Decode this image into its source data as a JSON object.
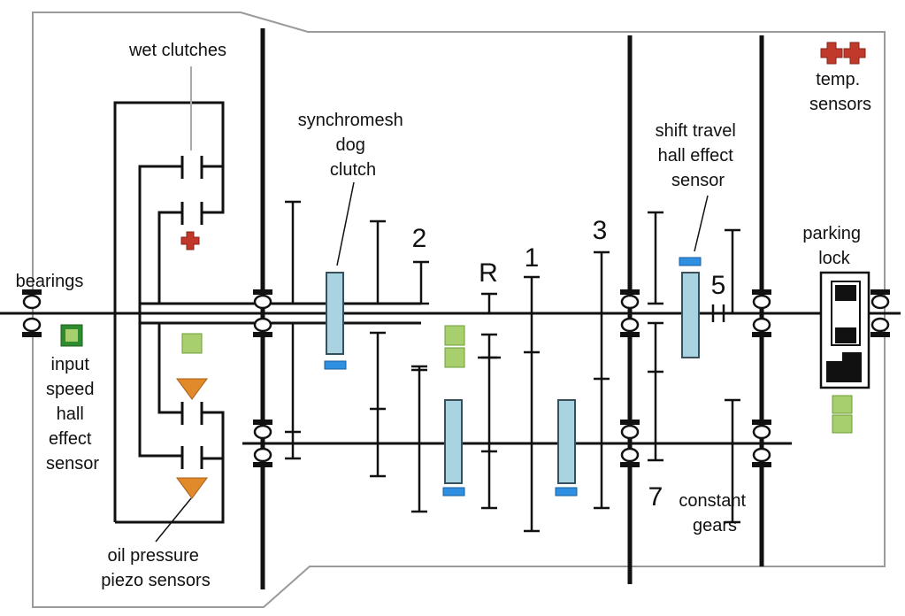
{
  "colors": {
    "background": "#ffffff",
    "line": "#111111",
    "housing_stroke": "#9a9a9a",
    "synchro_fill": "#a9d3e0",
    "synchro_stroke": "#39505a",
    "hall_blue": "#2f8fe0",
    "green_sensor_light": "#a8cf6e",
    "green_sensor_dark": "#6e9e34",
    "speed_sensor_green": "#2e8b2e",
    "temp_red": "#c0392b",
    "piezo_orange": "#e08a2c"
  },
  "labels": {
    "wet_clutches": "wet clutches",
    "synchromesh": [
      "synchromesh",
      "dog",
      "clutch"
    ],
    "shift_travel": [
      "shift travel",
      "hall effect",
      "sensor"
    ],
    "temp_sensors": [
      "temp.",
      "sensors"
    ],
    "parking_lock": [
      "parking",
      "lock"
    ],
    "bearings": "bearings",
    "input_speed": [
      "input",
      "speed",
      "hall",
      "effect",
      "sensor"
    ],
    "oil_pressure": [
      "oil pressure",
      "piezo sensors"
    ],
    "constant_gears": [
      "constant",
      "gears"
    ]
  },
  "gear_numbers": {
    "g2": "2",
    "gR": "R",
    "g1": "1",
    "g3": "3",
    "g5": "5",
    "g7": "7"
  },
  "icons": {
    "temperature_sensor": "red-cross-icon",
    "pressure_sensor": "orange-triangle-icon",
    "speed_sensor": "green-square-icon",
    "hall_sensor": "blue-bar-icon"
  }
}
